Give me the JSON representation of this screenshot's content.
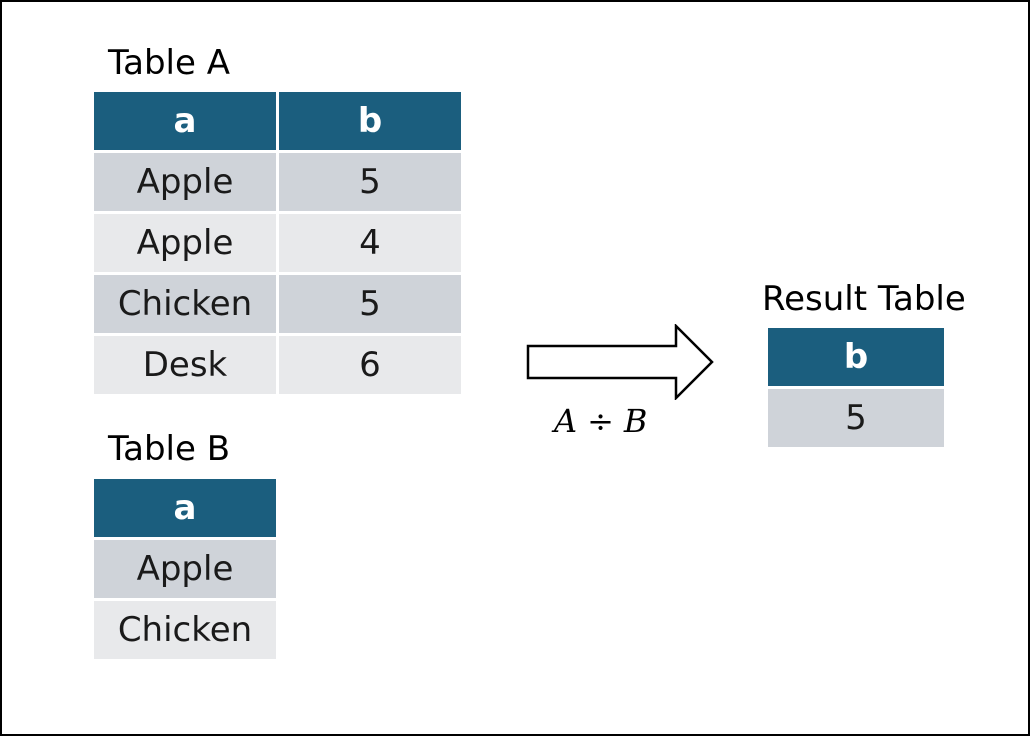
{
  "table_a": {
    "title": "Table A",
    "headers": [
      "a",
      "b"
    ],
    "rows": [
      [
        "Apple",
        "5"
      ],
      [
        "Apple",
        "4"
      ],
      [
        "Chicken",
        "5"
      ],
      [
        "Desk",
        "6"
      ]
    ]
  },
  "table_b": {
    "title": "Table B",
    "headers": [
      "a"
    ],
    "rows": [
      [
        "Apple"
      ],
      [
        "Chicken"
      ]
    ]
  },
  "result_table": {
    "title": "Result Table",
    "headers": [
      "b"
    ],
    "rows": [
      [
        "5"
      ]
    ]
  },
  "operation": {
    "left": "A",
    "operator": "÷",
    "right": "B"
  },
  "colors": {
    "header_bg": "#1b5e7e",
    "row_odd_bg": "#cfd3d9",
    "row_even_bg": "#e8e9eb"
  }
}
